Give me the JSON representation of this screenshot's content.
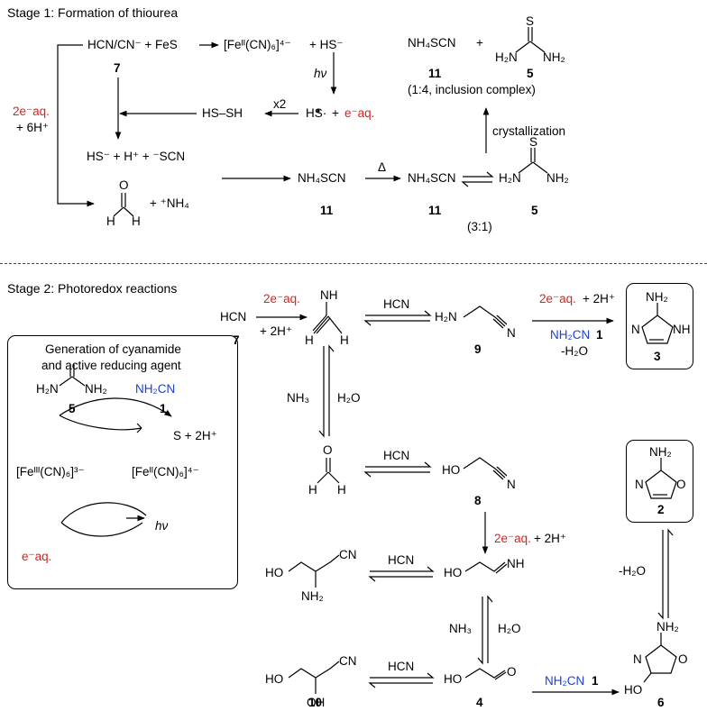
{
  "colors": {
    "red": "#e0201c",
    "blue": "#1a3fd6",
    "ink": "#000000"
  },
  "stage1": {
    "title": "Stage 1: Formation of thiourea",
    "hcn_cn_fes": "HCN/CN⁻ + FeS",
    "num7": "7",
    "fe_complex": "[Feᴵᴵ(CN)₆]⁴⁻",
    "plus_hs": "+  HS⁻",
    "hv": "hν",
    "hs_radical": "HS·",
    "plus": "+",
    "e_aq": "e⁻aq.",
    "x2": "x2",
    "hs_sh": "HS–SH",
    "two_e": "2e⁻aq.",
    "six_h": "+ 6H⁺",
    "hs_line": "HS⁻ + H⁺ +  ⁻SCN",
    "plus_nh4": "+  ⁺NH₄",
    "nh4scn": "NH₄SCN",
    "num11": "11",
    "delta": "Δ",
    "num5": "5",
    "ratio31": "(3:1)",
    "crystallization": "crystallization",
    "inclusion": "(1:4, inclusion complex)"
  },
  "stage2": {
    "title": "Stage 2: Photoredox reactions",
    "hcn": "HCN",
    "num7": "7",
    "two_e": "2e⁻aq.",
    "two_h": "+ 2H⁺",
    "hcn_label": "HCN",
    "nh3": "NH₃",
    "h2o": "H₂O",
    "num9": "9",
    "nh2cn": "NH₂CN",
    "num1": "1",
    "minus_h2o": "-H₂O",
    "num3": "3",
    "num8": "8",
    "num2": "2",
    "num10": "10",
    "num4": "4",
    "num6": "6",
    "box_title_1": "Generation of cyanamide",
    "box_title_2": "and active reducing agent",
    "s_2h": "S + 2H⁺",
    "fe3": "[Feᴵᴵᴵ(CN)₆]³⁻",
    "fe2": "[Feᴵᴵ(CN)₆]⁴⁻",
    "num5": "5"
  }
}
